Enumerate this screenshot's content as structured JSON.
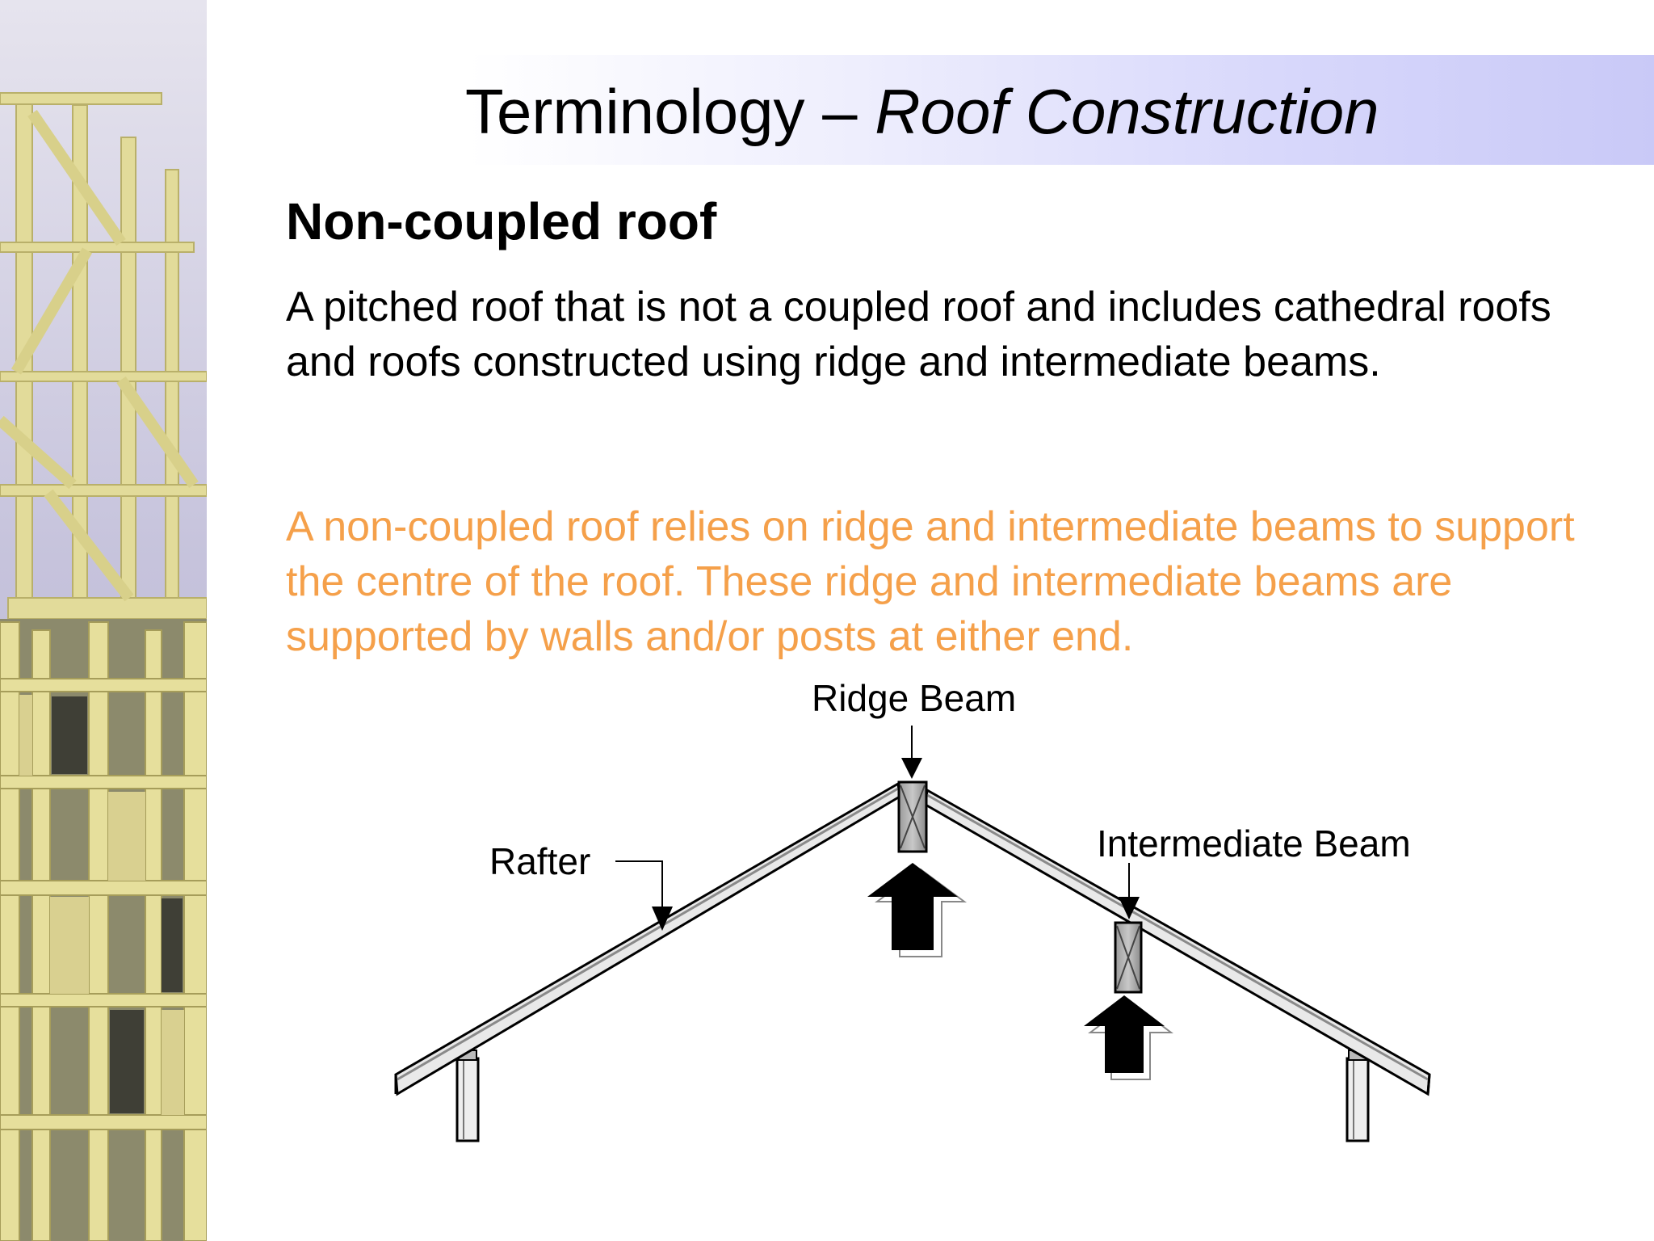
{
  "slide": {
    "title_plain": "Terminology – ",
    "title_italic": "Roof Construction",
    "heading": "Non-coupled roof",
    "definition": "A pitched roof that is not a coupled roof and includes cathedral roofs and roofs constructed using ridge and intermediate beams.",
    "explanation": "A non-coupled roof relies on ridge and intermediate beams to support the centre of the roof.  These ridge and intermediate beams are supported by walls and/or posts at either end."
  },
  "diagram": {
    "labels": {
      "ridge_beam": "Ridge Beam",
      "rafter": "Rafter",
      "intermediate_beam": "Intermediate Beam"
    }
  },
  "colors": {
    "explanation_text": "#f5a04a",
    "title_band_end": "#c9c9f7",
    "photo_sky": "#b7b4d4",
    "timber": "#e3dc9a"
  }
}
